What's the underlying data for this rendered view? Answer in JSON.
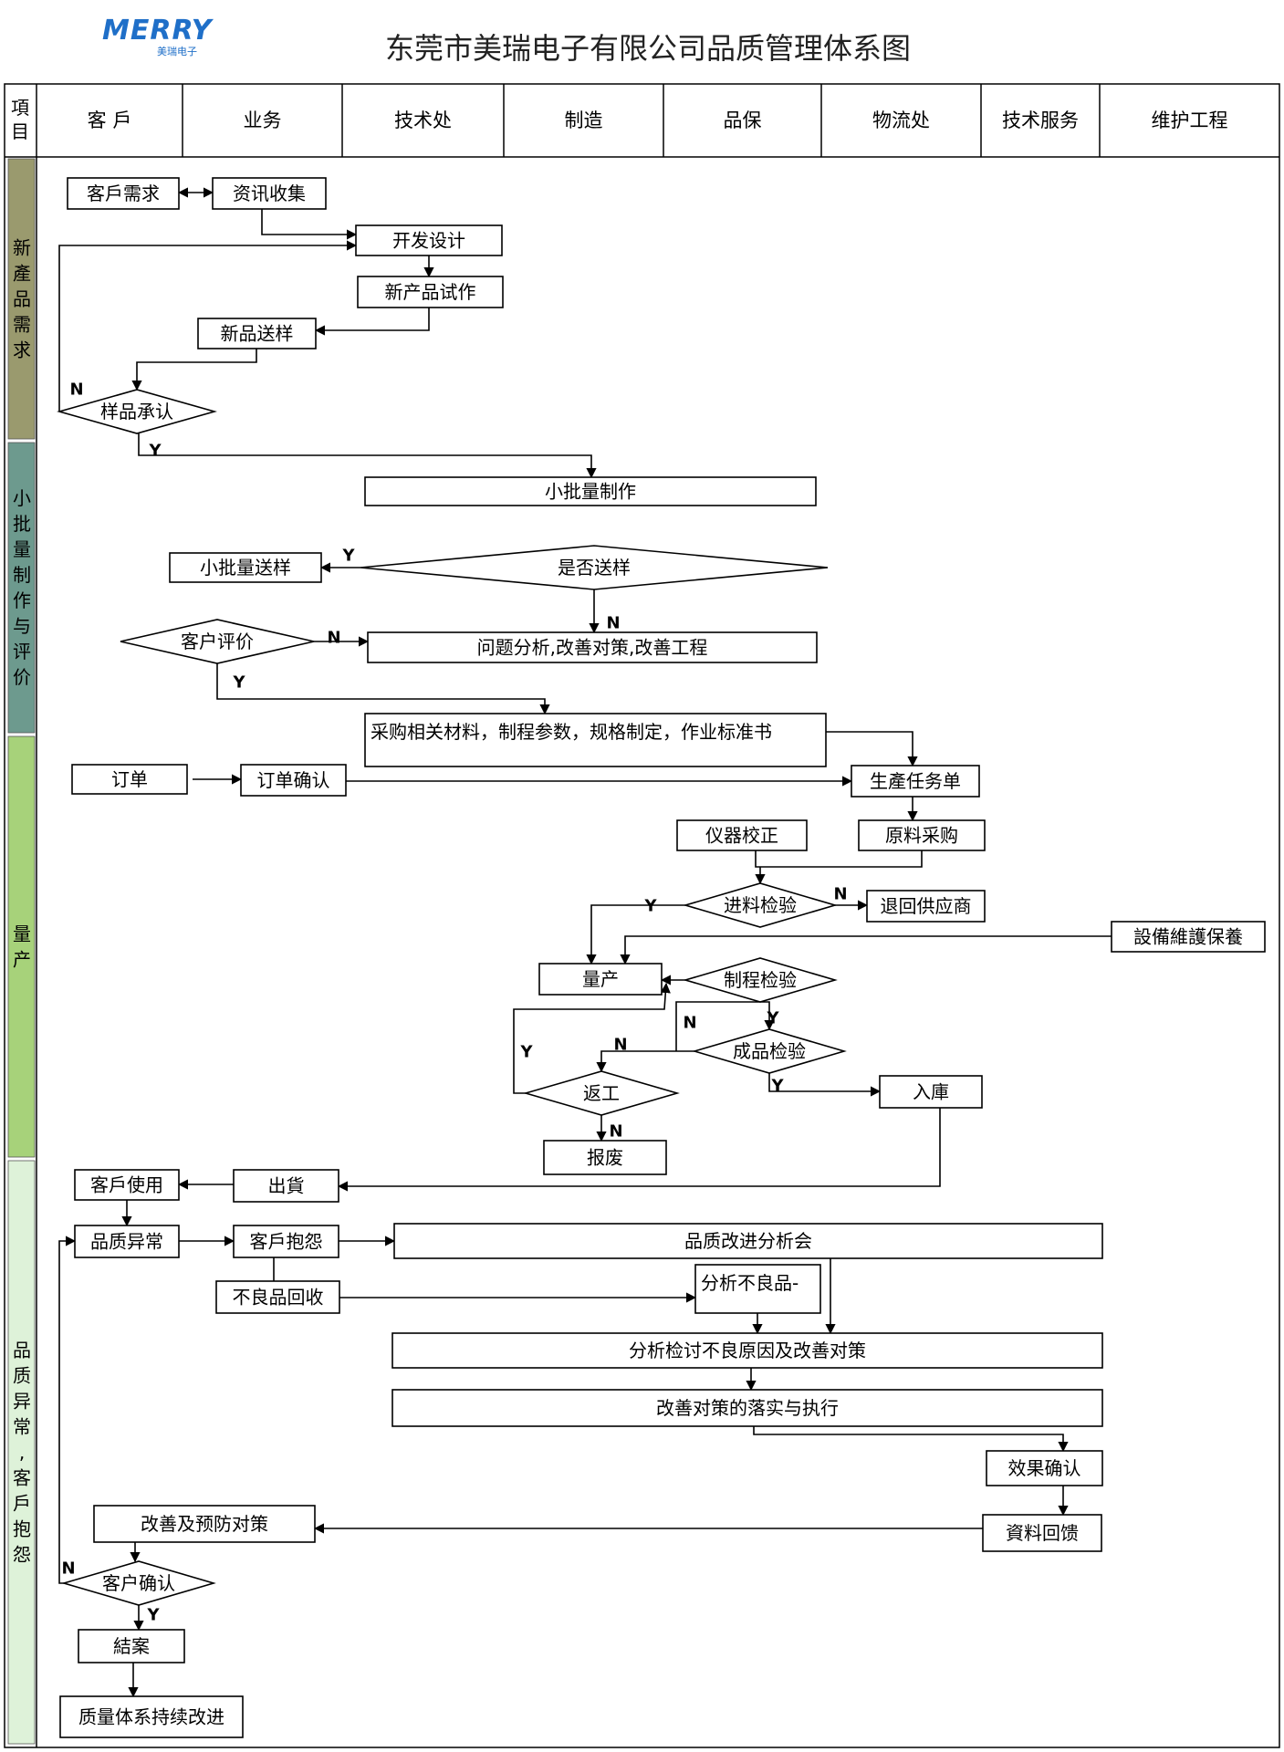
{
  "logo": {
    "text": "MERRY",
    "sub": "美瑞电子"
  },
  "title": "东莞市美瑞电子有限公司品质管理体系图",
  "header": {
    "item_label": "項目",
    "columns": [
      "客 戶",
      "业务",
      "技术处",
      "制造",
      "品保",
      "物流处",
      "技术服务",
      "维护工程"
    ]
  },
  "phases": [
    "新產品需求",
    "小批量制作与评价",
    "量产",
    "品质异常,客戶抱怨"
  ],
  "colors": {
    "phase1": "#9a9a6e",
    "phase2": "#6d9a8e",
    "phase3": "#a7d27a",
    "phase4": "#def2d9",
    "logo": "#1f6fc8"
  },
  "nodes": {
    "customer_demand": "客戶需求",
    "info_collect": "资讯收集",
    "dev_design": "开发设计",
    "new_trial": "新产品试作",
    "new_sample": "新品送样",
    "sample_approve": "样品承认",
    "small_batch": "小批量制作",
    "send_sample_q": "是否送样",
    "small_batch_sample": "小批量送样",
    "customer_eval": "客户评价",
    "problem_analysis": "问题分析,改善对策,改善工程",
    "purchase_materials": "采购相关材料，制程参数，规格制定，作业标准书",
    "order": "订单",
    "order_confirm": "订单确认",
    "production_order": "生產任务单",
    "instrument_calib": "仪器校正",
    "raw_purchase": "原料采购",
    "incoming_inspect": "进料检验",
    "return_supplier": "退回供应商",
    "equipment_maint": "設備維護保養",
    "mass_production": "量产",
    "process_inspect": "制程检验",
    "final_inspect": "成品检验",
    "rework": "返工",
    "warehouse": "入庫",
    "scrap": "报废",
    "customer_use": "客戶使用",
    "shipment": "出貨",
    "quality_abnormal": "品质异常",
    "customer_complaint": "客戶抱怨",
    "improve_meeting": "品质改进分析会",
    "defect_recall": "不良品回收",
    "analyze_defect": "分析不良品-",
    "root_cause": "分析检讨不良原因及改善对策",
    "implement": "改善对策的落实与执行",
    "effect_confirm": "效果确认",
    "data_feedback": "資料回馈",
    "prevent_measures": "改善及预防对策",
    "customer_confirm": "客户确认",
    "close_case": "結案",
    "continuous_improve": "质量体系持续改进"
  },
  "labels": {
    "yes": "Y",
    "no": "N"
  }
}
